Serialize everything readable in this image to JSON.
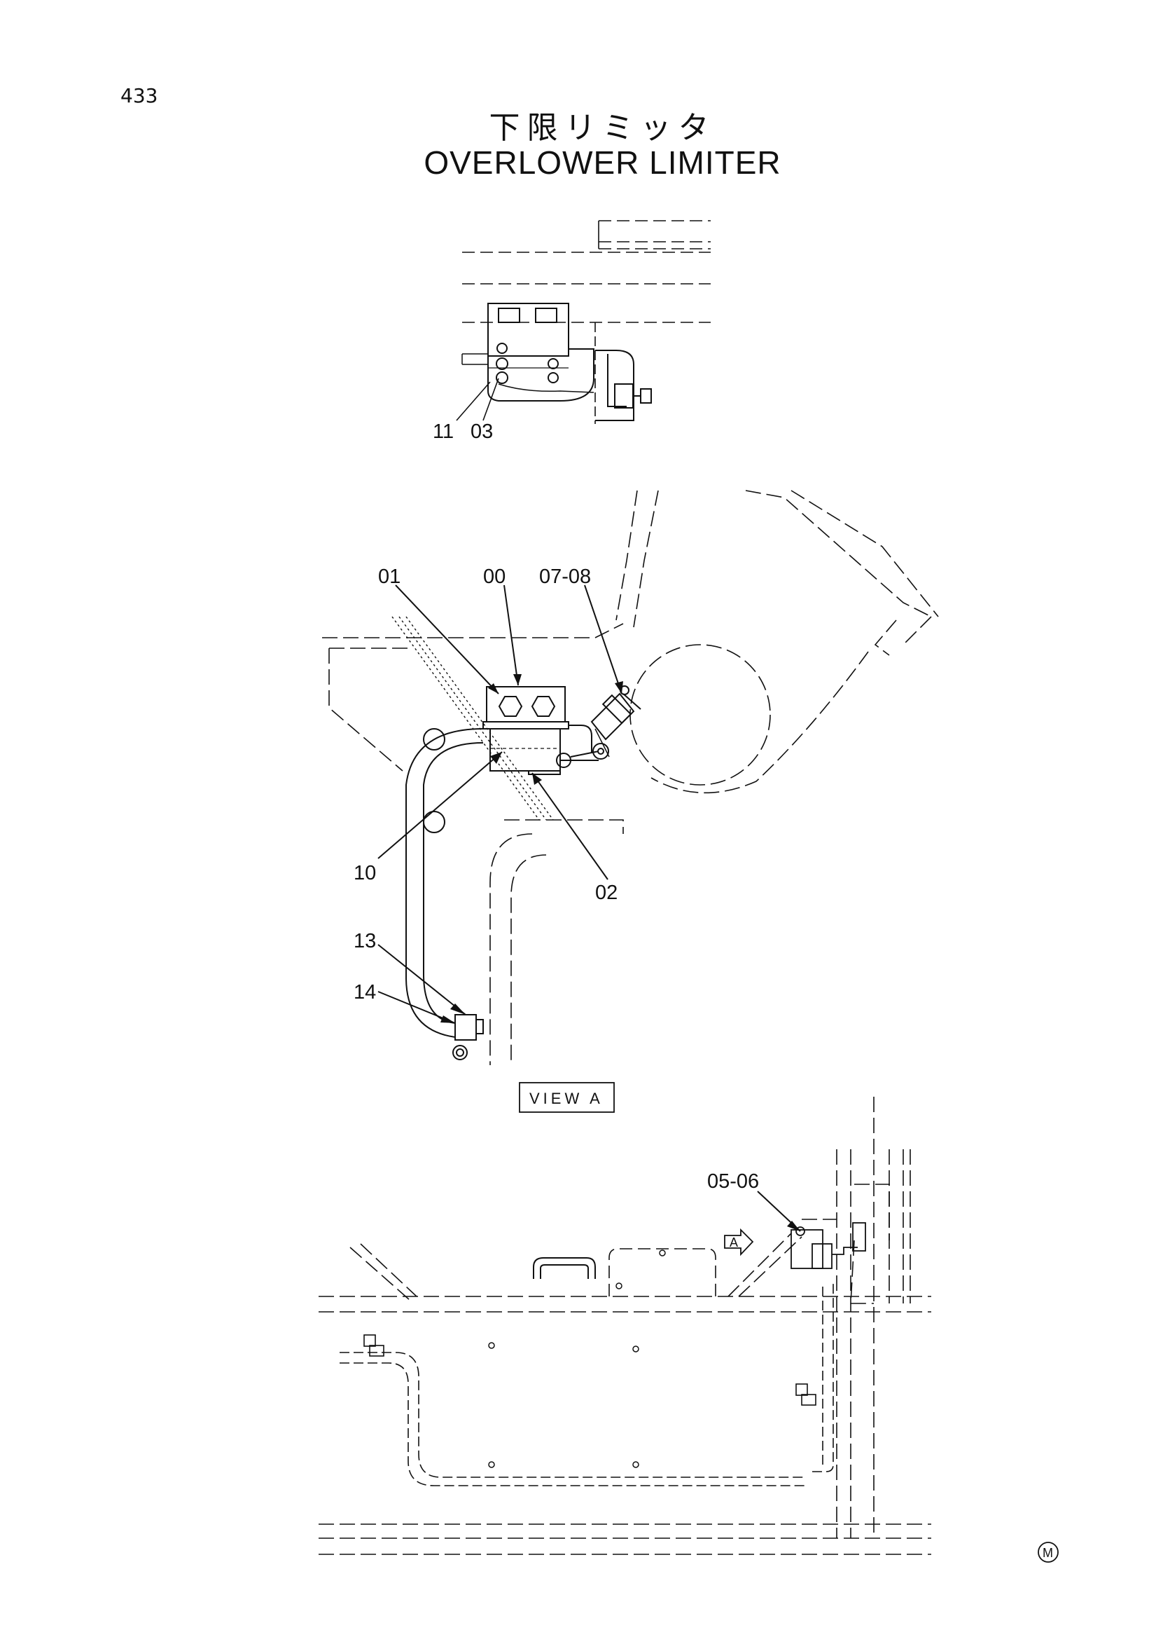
{
  "page": {
    "number": "433"
  },
  "title": {
    "japanese": "下限リミッタ",
    "english": "OVERLOWER LIMITER"
  },
  "top_view": {
    "callouts": [
      {
        "id": "c-11",
        "label": "11"
      },
      {
        "id": "c-03",
        "label": "03"
      }
    ]
  },
  "detail_view": {
    "callouts": [
      {
        "id": "c-01",
        "label": "01"
      },
      {
        "id": "c-00",
        "label": "00"
      },
      {
        "id": "c-07-08",
        "label": "07-08"
      },
      {
        "id": "c-10",
        "label": "10"
      },
      {
        "id": "c-02",
        "label": "02"
      },
      {
        "id": "c-13",
        "label": "13"
      },
      {
        "id": "c-14",
        "label": "14"
      }
    ],
    "view_label": "VIEW A"
  },
  "bottom_view": {
    "callouts": [
      {
        "id": "c-05-06",
        "label": "05-06"
      }
    ],
    "arrow_marker": "A"
  },
  "corner_mark": "M",
  "colors": {
    "line": "#111111",
    "background": "#ffffff"
  }
}
